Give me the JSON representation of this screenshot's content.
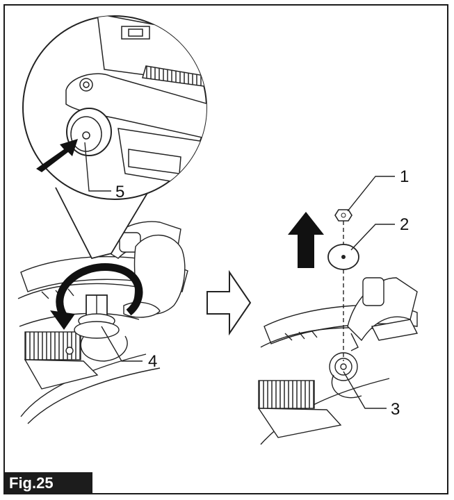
{
  "figure": {
    "label": "Fig.25",
    "callouts": [
      {
        "id": "1",
        "text": "1"
      },
      {
        "id": "2",
        "text": "2"
      },
      {
        "id": "3",
        "text": "3"
      },
      {
        "id": "4",
        "text": "4"
      },
      {
        "id": "5",
        "text": "5"
      }
    ]
  },
  "icons": [
    "push-arrow-icon",
    "rotate-arrow-icon",
    "next-step-arrow-icon",
    "lift-arrow-icon"
  ],
  "colors": {
    "ink": "#1a1a1a",
    "label_bg": "#1c1c1c",
    "label_text": "#ffffff",
    "paper": "#ffffff"
  }
}
